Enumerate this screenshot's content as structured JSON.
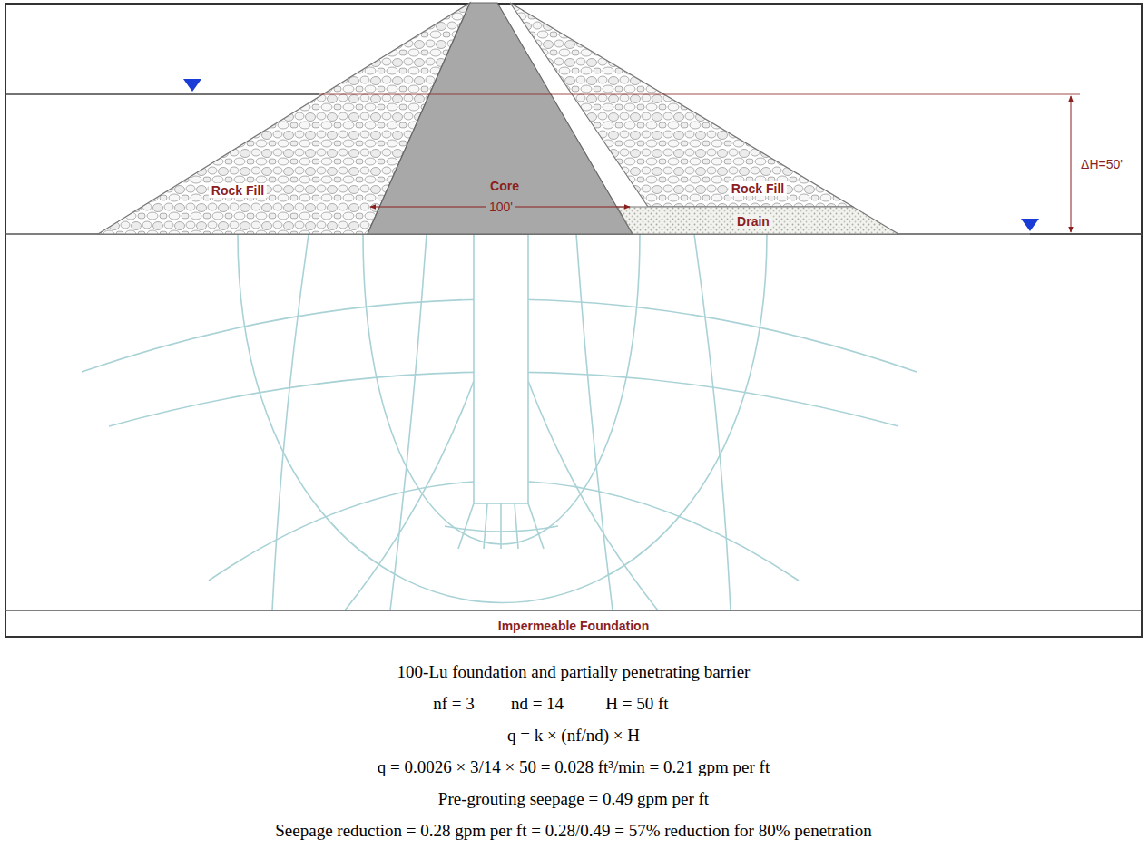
{
  "diagram": {
    "caption": "100-Lu foundation and partially penetrating barrier",
    "nodes": [
      {
        "text": [
          "Rock Fill"
        ]
      },
      {
        "text": [
          "Core"
        ]
      },
      {
        "text": [
          "Rock Fill"
        ]
      },
      {
        "text": [
          "Drain"
        ]
      },
      {
        "text": [
          "Impermeable Foundation"
        ]
      }
    ],
    "labels": [
      "100'",
      "ΔH=50'",
      "nf = 3",
      "nd = 14",
      "H = 50 ft",
      "q = k × (nf/nd) × H",
      "q = 0.0026 × 3/14 × 50 = 0.028 ft³/min = 0.21 gpm per ft",
      "Pre-grouting seepage = 0.49 gpm per ft",
      "Seepage reduction = 0.28 gpm per ft = 0.28/0.49 = 57% reduction for 80% penetration"
    ]
  }
}
